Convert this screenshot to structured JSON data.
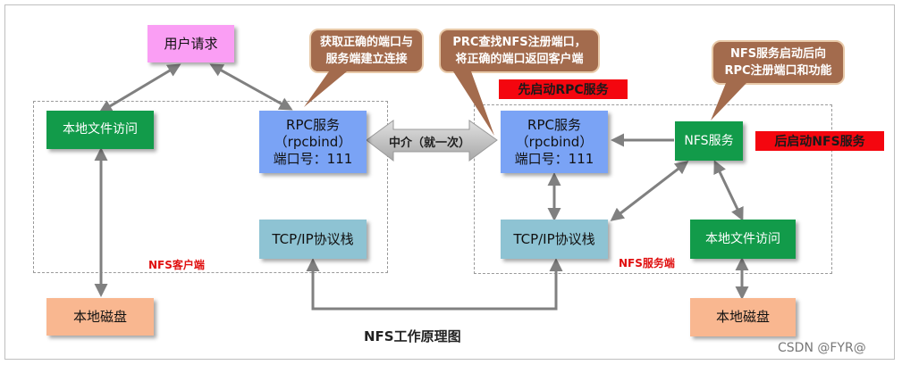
{
  "diagram": {
    "title": "NFS工作原理图",
    "watermark": "CSDN @FYR@",
    "client": {
      "zone_label": "NFS客户端",
      "user_request": "用户请求",
      "local_file_access": "本地文件访问",
      "rpc_service": [
        "RPC服务",
        "（rpcbind）",
        "端口号：111"
      ],
      "tcpip_stack": "TCP/IP协议栈",
      "local_disk": "本地磁盘"
    },
    "server": {
      "zone_label": "NFS服务端",
      "rpc_service": [
        "RPC服务",
        "（rpcbind）",
        "端口号：111"
      ],
      "nfs_service": "NFS服务",
      "tcpip_stack": "TCP/IP协议栈",
      "local_file_access": "本地文件访问",
      "local_disk": "本地磁盘"
    },
    "middle_arrow_label": "中介（就一次）",
    "labels": {
      "start_rpc_first": "先启动RPC服务",
      "start_nfs_after": "后启动NFS服务"
    },
    "callouts": {
      "client_port": [
        "获取正确的端口与",
        "服务端建立连接"
      ],
      "rpc_lookup": [
        "PRC查找NFS注册端口，",
        "将正确的端口返回客户端"
      ],
      "nfs_register": [
        "NFS服务启动后向",
        "RPC注册端口和功能"
      ]
    },
    "colors": {
      "green": "#129b4a",
      "blue": "#7aa3f5",
      "teal": "#8ec3d3",
      "peach": "#f9b790",
      "pink": "#fa9ef4",
      "callout_brown": "#a36b4d",
      "red": "#f4060f",
      "arrow_gray": "#808080"
    }
  }
}
